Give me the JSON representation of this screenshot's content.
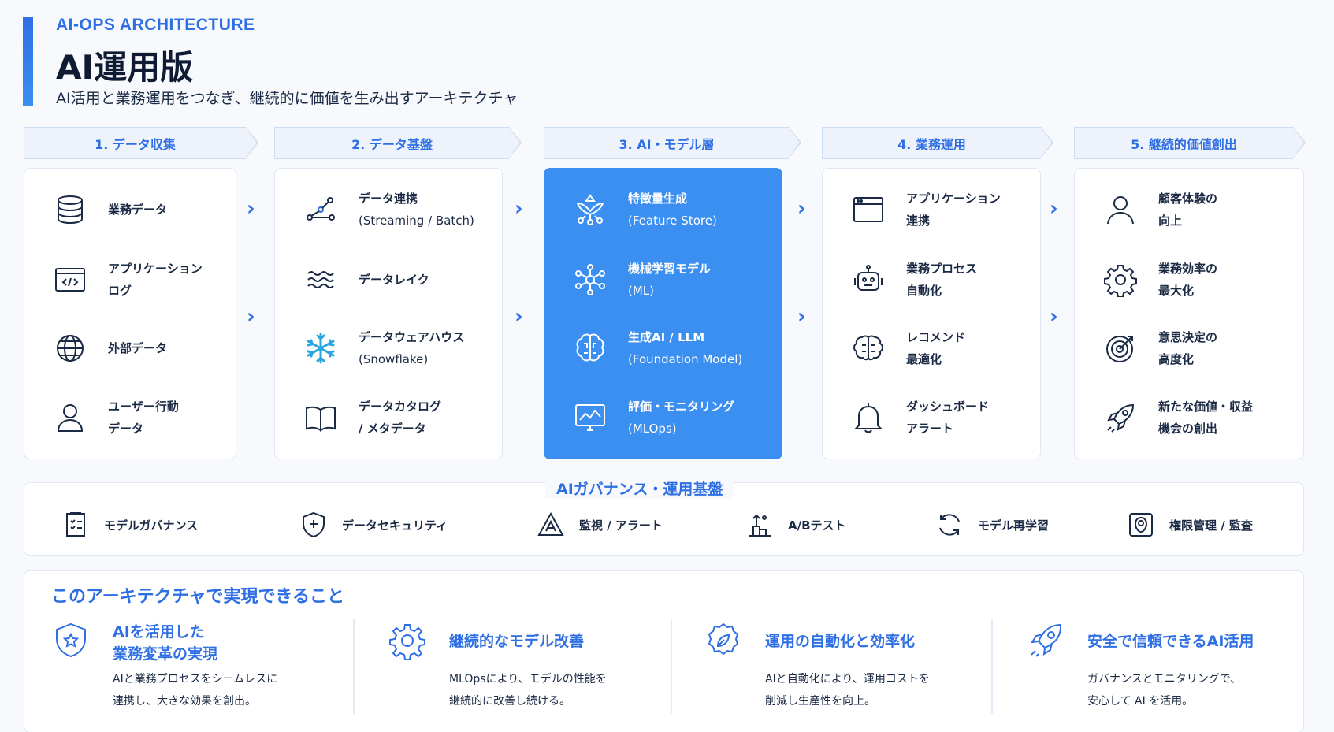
{
  "header": {
    "eyebrow": "AI-OPS ARCHITECTURE",
    "title": "AI運用版",
    "subtitle": "AI活用と業務運用をつなぎ、継続的に価値を生み出すアーキテクチャ"
  },
  "colors": {
    "accent": "#2f6fe4",
    "highlight": "#3a8ff0",
    "text": "#1b2a44"
  },
  "stages": [
    {
      "label": "1.  データ収集",
      "items": [
        {
          "icon": "database-icon",
          "l1": "業務データ",
          "l2": ""
        },
        {
          "icon": "code-window-icon",
          "l1": "アプリケーション",
          "l2": "ログ"
        },
        {
          "icon": "globe-icon",
          "l1": "外部データ",
          "l2": ""
        },
        {
          "icon": "user-icon",
          "l1": "ユーザー行動",
          "l2": "データ"
        }
      ]
    },
    {
      "label": "2.  データ基盤",
      "items": [
        {
          "icon": "pipeline-icon",
          "l1": "データ連携",
          "l2": "(Streaming / Batch)"
        },
        {
          "icon": "waves-icon",
          "l1": "データレイク",
          "l2": ""
        },
        {
          "icon": "snowflake-icon",
          "l1": "データウェアハウス",
          "l2": "(Snowflake)"
        },
        {
          "icon": "book-icon",
          "l1": "データカタログ",
          "l2": "/ メタデータ"
        }
      ]
    },
    {
      "label": "3.  AI・モデル層",
      "items": [
        {
          "icon": "feature-store-icon",
          "l1": "特徴量生成",
          "l2": "(Feature Store)"
        },
        {
          "icon": "network-icon",
          "l1": "機械学習モデル",
          "l2": "(ML)"
        },
        {
          "icon": "brain-icon",
          "l1": "生成AI / LLM",
          "l2": "(Foundation Model)"
        },
        {
          "icon": "monitor-chart-icon",
          "l1": "評価・モニタリング",
          "l2": "(MLOps)"
        }
      ]
    },
    {
      "label": "4.  業務運用",
      "items": [
        {
          "icon": "app-window-icon",
          "l1": "アプリケーション",
          "l2": "連携"
        },
        {
          "icon": "robot-icon",
          "l1": "業務プロセス",
          "l2": "自動化"
        },
        {
          "icon": "chip-brain-icon",
          "l1": "レコメンド",
          "l2": "最適化"
        },
        {
          "icon": "bell-icon",
          "l1": "ダッシュボード",
          "l2": "アラート"
        }
      ]
    },
    {
      "label": "5.  継続的価値創出",
      "items": [
        {
          "icon": "person-icon",
          "l1": "顧客体験の",
          "l2": "向上"
        },
        {
          "icon": "gear-icon",
          "l1": "業務効率の",
          "l2": "最大化"
        },
        {
          "icon": "target-icon",
          "l1": "意思決定の",
          "l2": "高度化"
        },
        {
          "icon": "rocket-icon",
          "l1": "新たな価値・収益",
          "l2": "機会の創出"
        }
      ]
    }
  ],
  "governance": {
    "title": "AIガバナンス・運用基盤",
    "items": [
      {
        "icon": "checklist-icon",
        "label": "モデルガバナンス"
      },
      {
        "icon": "shield-plus-icon",
        "label": "データセキュリティ"
      },
      {
        "icon": "alert-triangle-icon",
        "label": "監視 / アラート"
      },
      {
        "icon": "ab-test-icon",
        "label": "A/Bテスト"
      },
      {
        "icon": "refresh-icon",
        "label": "モデル再学習"
      },
      {
        "icon": "access-control-icon",
        "label": "権限管理 / 監査"
      }
    ]
  },
  "benefits": {
    "title": "このアーキテクチャで実現できること",
    "items": [
      {
        "icon": "shield-star-icon",
        "heading": "AIを活用した\n業務変革の実現",
        "desc": "AIと業務プロセスをシームレスに\n連携し、大きな効果を創出。"
      },
      {
        "icon": "gear-icon",
        "heading": "継続的なモデル改善",
        "desc": "MLOpsにより、モデルの性能を\n継続的に改善し続ける。"
      },
      {
        "icon": "badge-leaf-icon",
        "heading": "運用の自動化と効率化",
        "desc": "AIと自動化により、運用コストを\n削減し生産性を向上。"
      },
      {
        "icon": "rocket-icon",
        "heading": "安全で信頼できるAI活用",
        "desc": "ガバナンスとモニタリングで、\n安心して AI を活用。"
      }
    ]
  }
}
